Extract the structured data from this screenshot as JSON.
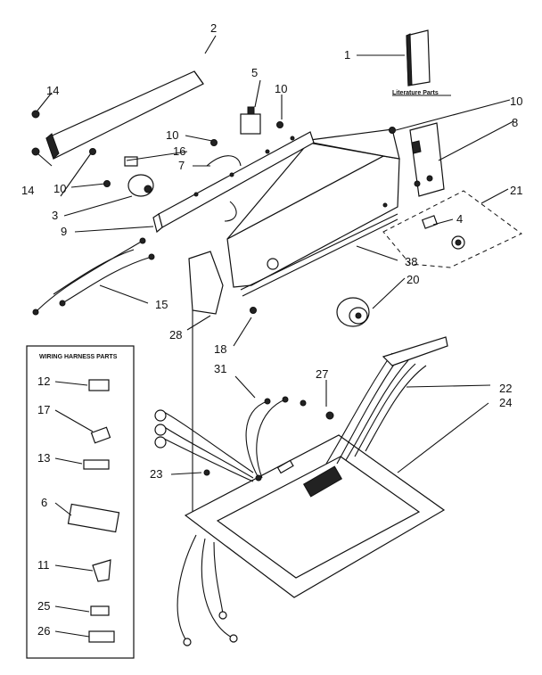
{
  "callouts": {
    "c1": "1",
    "c2": "2",
    "c3": "3",
    "c4": "4",
    "c5": "5",
    "c6": "6",
    "c7": "7",
    "c8": "8",
    "c9": "9",
    "c10a": "10",
    "c10b": "10",
    "c10c": "10",
    "c10d": "10",
    "c11": "11",
    "c12": "12",
    "c13": "13",
    "c14a": "14",
    "c14b": "14",
    "c15": "15",
    "c16": "16",
    "c17": "17",
    "c18": "18",
    "c20": "20",
    "c21": "21",
    "c22": "22",
    "c23": "23",
    "c24": "24",
    "c25": "25",
    "c26": "26",
    "c27": "27",
    "c28": "28",
    "c31": "31",
    "c38": "38"
  },
  "literature_label": "Literature Parts",
  "harness_box": {
    "title": "WIRING HARNESS PARTS"
  }
}
